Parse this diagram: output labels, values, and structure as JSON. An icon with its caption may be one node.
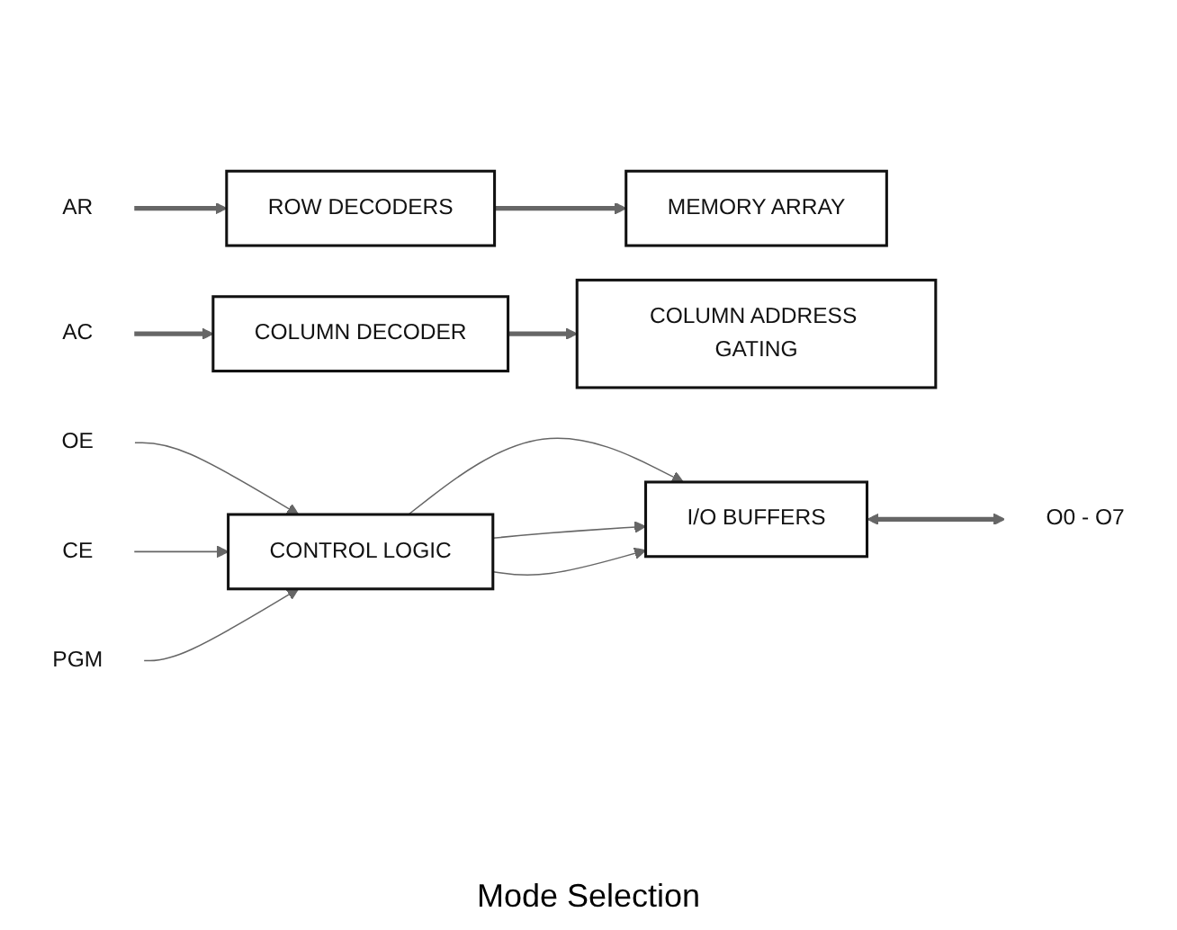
{
  "diagram": {
    "caption": "Mode Selection",
    "nodes": [
      {
        "text": [
          "ROW DECODERS"
        ]
      },
      {
        "text": [
          "MEMORY ARRAY"
        ]
      },
      {
        "text": [
          "COLUMN DECODER"
        ]
      },
      {
        "text": [
          "COLUMN ADDRESS GATING"
        ]
      },
      {
        "text": [
          "CONTROL LOGIC"
        ]
      },
      {
        "text": [
          "I/O BUFFERS"
        ]
      },
      {
        "text": [
          "AR"
        ]
      },
      {
        "text": [
          "AC"
        ]
      },
      {
        "text": [
          "OE"
        ]
      },
      {
        "text": [
          "CE"
        ]
      },
      {
        "text": [
          "PGM"
        ]
      },
      {
        "text": [
          "O0 - O7"
        ]
      }
    ],
    "edges": [
      {
        "from": 6,
        "to": 0,
        "arrow": "to",
        "style": "thick"
      },
      {
        "from": 0,
        "to": 1,
        "arrow": "to",
        "style": "thick"
      },
      {
        "from": 7,
        "to": 2,
        "arrow": "to",
        "style": "thick"
      },
      {
        "from": 2,
        "to": 3,
        "arrow": "to",
        "style": "thick"
      },
      {
        "from": 8,
        "to": 4,
        "arrow": "to"
      },
      {
        "from": 9,
        "to": 4,
        "arrow": "to"
      },
      {
        "from": 10,
        "to": 4,
        "arrow": "to"
      },
      {
        "from": 4,
        "to": 5,
        "arrow": "to"
      },
      {
        "from": 4,
        "to": 5,
        "arrow": "to"
      },
      {
        "from": 4,
        "to": 5,
        "arrow": "to"
      },
      {
        "from": 5,
        "to": 11,
        "arrow": "both",
        "style": "thick"
      }
    ]
  }
}
